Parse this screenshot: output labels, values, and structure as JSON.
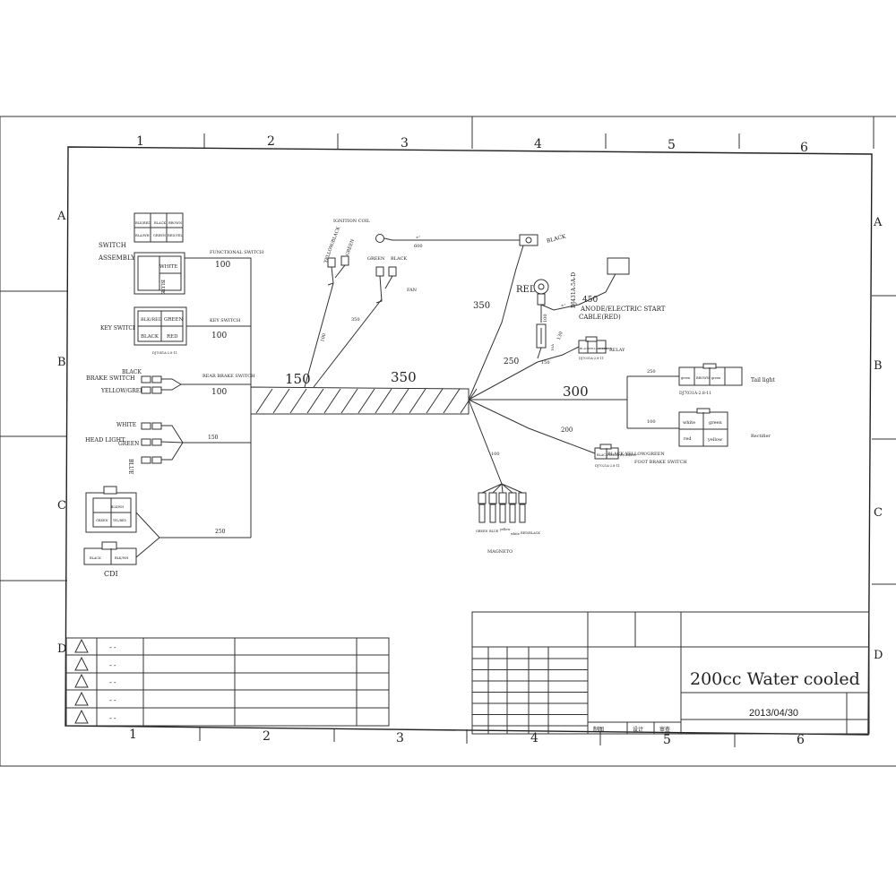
{
  "grid": {
    "columns": [
      "1",
      "2",
      "3",
      "4",
      "5",
      "6"
    ],
    "rows": [
      "A",
      "B",
      "C",
      "D"
    ]
  },
  "labels": {
    "switch_assembly": [
      "SWITCH",
      "ASSEMBLY"
    ],
    "functional_switch": "FUNCTIONAL SWITCH",
    "white": "WHITE",
    "blue": "BLUE",
    "blk_red": "BLK/RED",
    "black": "BLACK",
    "brown": "BROWN",
    "bla_wh": "BLA/WH",
    "green": "GREEN",
    "red_yel": "RED/YEL",
    "key_switch": "KEY SWITCH",
    "key_switch_lead": "KEY SWITCH",
    "red": "RED",
    "dj7041a": "DJ7041A-2.8-11",
    "brake_switch": "BRAKE SWITCH",
    "yellow_green": "YELLOW/GREEN",
    "rear_brake_switch": "REAR BRAKE SWITCH",
    "head_light": "HEAD LIGHT",
    "t_green": "GREEN",
    "t_blue": "BLUE",
    "cdi": "CDI",
    "ignition_coil": "IGNITION COIL",
    "yellow_black": "YELLOW/BLACK",
    "fan": "FAN",
    "red_big": "RED",
    "dj431a": "DJ431A-5A-D",
    "anode": "ANODE/ELECTRIC START",
    "cable_red": "CABLE(RED)",
    "fuse": "10A",
    "relay": "RELAY",
    "dj7031a_relay": "DJ7031A-2.8-11",
    "tail_light": "Tail light",
    "dj7031a_tail": "DJ7031A-2.8-11",
    "rectifier": "Rectifier",
    "white_small": "white",
    "green_small": "green",
    "red_small": "red",
    "yellow_small": "yellow",
    "foot_brake": "FOOT BRAKE SWITCH",
    "black_yg": "BLACK YELLOW/GREEN",
    "magneto": "MAGNETO",
    "red_black": "RED/BLACK",
    "dj7021": "DJ7021A-2.8-11",
    "cdi_green": "GREEN",
    "cdi_black": "BLACK",
    "cdi_bk": "BLK/WH",
    "cdi_y": "YEL/RED"
  },
  "dimensions": {
    "d100_func": "100",
    "d100_key": "100",
    "d100_brake": "100",
    "d150_head": "150",
    "d250_cdi": "250",
    "d150_harness": "150",
    "d350_harness": "350",
    "d350_ign": "350",
    "d350_main": "350",
    "d600": "600",
    "d300": "300",
    "d250_relay": "250",
    "d150_relay": "150",
    "d450": "450",
    "d100_fuse": "100",
    "d130": "130",
    "d250_tail": "250",
    "d100_rect": "100",
    "d200": "200",
    "d100_mag": "100",
    "d100_ign": "100"
  },
  "revision_marks": [
    "- -",
    "- -",
    "- -",
    "- -",
    "- -"
  ],
  "title_block": {
    "title": "200cc Water cooled",
    "date": "2013/04/30",
    "c1": "制图",
    "c2": "设计",
    "c3": "审查"
  }
}
